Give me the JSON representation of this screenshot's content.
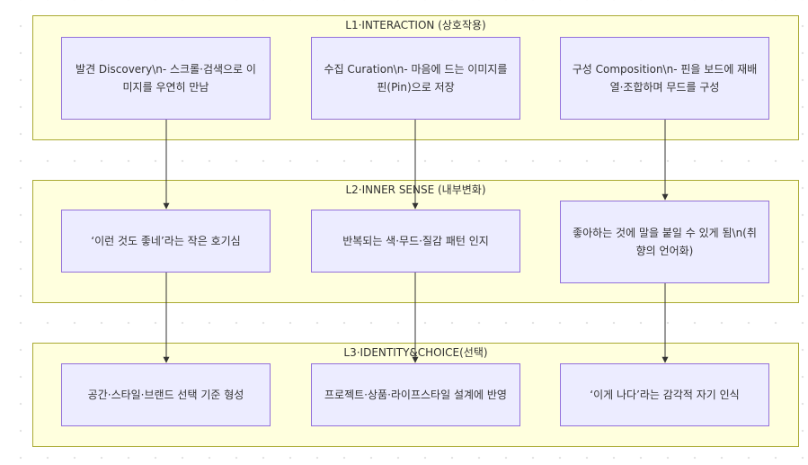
{
  "layers": [
    {
      "title": "L1·INTERACTION (상호작용)",
      "nodes": [
        "발견 Discovery\\n- 스크롤·검색으로 이미지를 우연히 만남",
        "수집 Curation\\n- 마음에 드는 이미지를 핀(Pin)으로 저장",
        "구성 Composition\\n- 핀을 보드에 재배열·조합하며 무드를 구성"
      ]
    },
    {
      "title": "L2·INNER SENSE (내부변화)",
      "nodes": [
        "‘이런 것도 좋네’라는 작은 호기심",
        "반복되는 색·무드·질감 패턴 인지",
        "좋아하는 것에 말을 붙일 수 있게 됨\\n(취향의 언어화)"
      ]
    },
    {
      "title": "L3·IDENTITY&CHOICE(선택)",
      "nodes": [
        "공간·스타일·브랜드 선택 기준 형성",
        "프로젝트·상품·라이프스타일 설계에 반영",
        "‘이게 나다’라는 감각적 자기 인식"
      ]
    }
  ],
  "colors": {
    "layer_fill": "#ffffde",
    "layer_border": "#aaaa33",
    "node_fill": "#ececff",
    "node_border": "#9370db",
    "edge": "#333333"
  }
}
